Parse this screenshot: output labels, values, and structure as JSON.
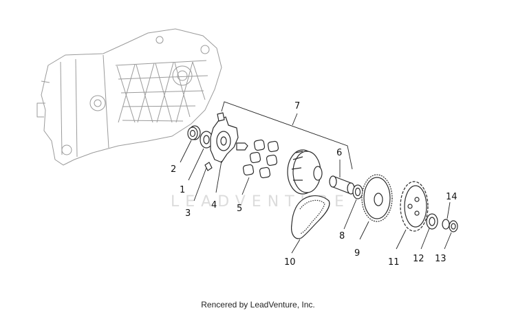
{
  "watermark": "LEADVENTURE",
  "footer": "Rencered by LeadVenture, Inc.",
  "callouts": {
    "c1": "1",
    "c2": "2",
    "c3": "3",
    "c4": "4",
    "c5": "5",
    "c6": "6",
    "c7": "7",
    "c8": "8",
    "c9": "9",
    "c10": "10",
    "c11": "11",
    "c12": "12",
    "c13": "13",
    "c14": "14"
  }
}
